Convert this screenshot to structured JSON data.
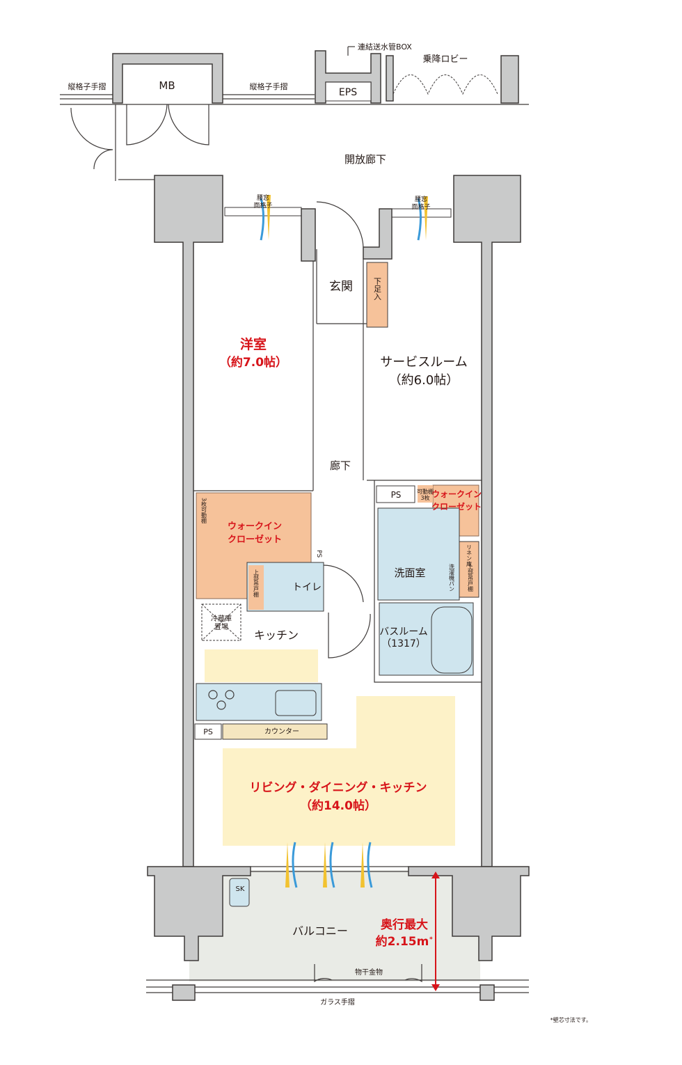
{
  "colors": {
    "wall": "#c9caca",
    "closet": "#f6c29a",
    "wet": "#cfe5ee",
    "living": "#fdf2c8",
    "balcony": "#e9ebe6",
    "accent": "#d7141a"
  },
  "top": {
    "mb": "MB",
    "eps": "EPS",
    "railing_left": "縦格子手摺",
    "railing_mid": "縦格子手摺",
    "pipe_box": "連結送水管BOX",
    "elevator_lobby": "乗降ロビー",
    "corridor": "開放廊下"
  },
  "windows": {
    "left_top": "腰窓",
    "left_bottom": "面格子",
    "right_top": "腰窓",
    "right_bottom": "面格子"
  },
  "rooms": {
    "western_name": "洋室",
    "western_size": "（約7.0帖）",
    "entrance": "玄関",
    "shoe": "下足入",
    "service_name": "サービスルーム",
    "service_size": "（約6.0帖）",
    "hall": "廊下",
    "wic_left_1": "ウォークイン",
    "wic_left_2": "クローゼット",
    "shelf_left": "3枚可動棚",
    "wic_right_1": "ウォークイン",
    "wic_right_2": "クローゼット",
    "shelf_right_1": "可動棚",
    "shelf_right_2": "3枚",
    "ps_hall": "PS",
    "ps_small": "PS",
    "ps_kitchen": "PS",
    "toilet": "トイレ",
    "toilet_cabinet": "上部吊戸棚",
    "washroom": "洗面室",
    "linen": "リネン庫",
    "washer": "洗濯機パン",
    "upper_cabinet": "上部吊戸棚",
    "bath_name": "バスルーム",
    "bath_size": "（1317）",
    "fridge_1": "冷蔵庫",
    "fridge_2": "置場",
    "kitchen": "キッチン",
    "counter": "カウンター",
    "ldk_name": "リビング・ダイニング・キッチン",
    "ldk_size": "（約14.0帖）"
  },
  "balcony": {
    "name": "バルコニー",
    "sk": "SK",
    "depth_1": "奥行最大",
    "depth_2": "約2.15m",
    "depth_mark": "*",
    "drying": "物干金物",
    "glass_rail": "ガラス手摺"
  },
  "footnote": "*壁芯寸法です。"
}
